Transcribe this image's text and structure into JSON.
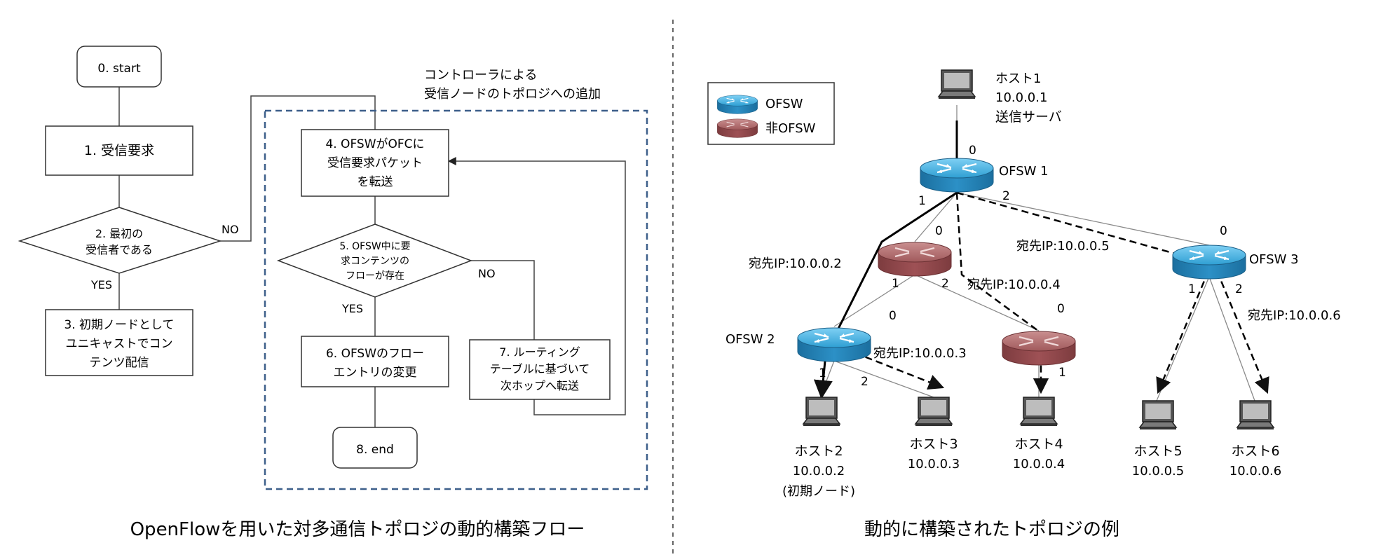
{
  "flowchart": {
    "start": "0. start",
    "step1": "1. 受信要求",
    "decision2": [
      "2. 最初の",
      "受信者である"
    ],
    "step3": [
      "3. 初期ノードとして",
      "ユニキャストでコン",
      "テンツ配信"
    ],
    "step4": [
      "4. OFSWがOFCに",
      "受信要求パケット",
      "を転送"
    ],
    "decision5": [
      "5. OFSW中に要",
      "求コンテンツの",
      "フローが存在"
    ],
    "step6": [
      "6. OFSWのフロー",
      "エントリの変更"
    ],
    "step7": [
      "7. ルーティング",
      "テーブルに基づいて",
      "次ホップへ転送"
    ],
    "end": "8. end",
    "yes": "YES",
    "no": "NO",
    "controller_note": [
      "コントローラによる",
      "受信ノードのトポロジへの追加"
    ],
    "caption": "OpenFlowを用いた対多通信トポロジの動的構築フロー"
  },
  "topology": {
    "legend": {
      "ofsw": "OFSW",
      "non_ofsw": "非OFSW"
    },
    "host1": [
      "ホスト1",
      "10.0.0.1",
      "送信サーバ"
    ],
    "ofsw1": "OFSW 1",
    "ofsw2": "OFSW 2",
    "ofsw3": "OFSW 3",
    "dest_ips": {
      "ip2": "宛先IP:10.0.0.2",
      "ip3": "宛先IP:10.0.0.3",
      "ip4": "宛先IP:10.0.0.4",
      "ip5": "宛先IP:10.0.0.5",
      "ip6": "宛先IP:10.0.0.6"
    },
    "ports": {
      "s1_up": "0",
      "s1_left": "1",
      "s1_right": "2",
      "r1_up": "0",
      "r1_left": "1",
      "r1_right": "2",
      "s3_up": "0",
      "s3_left": "1",
      "s3_right": "2",
      "s2_up": "0",
      "s2_left": "1",
      "s2_right": "2",
      "r2_up": "0",
      "r2_down": "1"
    },
    "hosts": [
      {
        "name": "ホスト2",
        "ip": "10.0.0.2",
        "note": "(初期ノード)"
      },
      {
        "name": "ホスト3",
        "ip": "10.0.0.3"
      },
      {
        "name": "ホスト4",
        "ip": "10.0.0.4"
      },
      {
        "name": "ホスト5",
        "ip": "10.0.0.5"
      },
      {
        "name": "ホスト6",
        "ip": "10.0.0.6"
      }
    ],
    "caption": "動的に構築されたトポロジの例"
  },
  "colors": {
    "ofsw_blue": "#2b8fc4",
    "non_ofsw_red": "#9c4f52",
    "dashed_box": "#3d5f8a"
  }
}
